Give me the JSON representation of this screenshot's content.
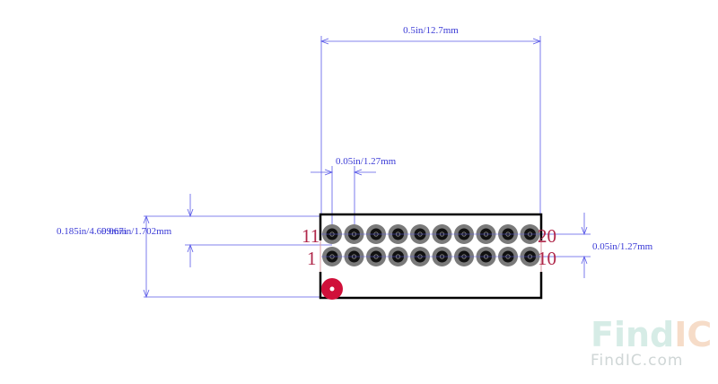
{
  "dimensions": {
    "top_width": "0.5in/12.7mm",
    "pitch_top": "0.05in/1.27mm",
    "pitch_right": "0.05in/1.27mm",
    "left_height": "0.185in/4.699mm",
    "left_pitch": "0.067in/1.702mm"
  },
  "pin_labels": {
    "top_left": "11",
    "bottom_left": "1",
    "top_right": "20",
    "bottom_right": "10"
  },
  "pins": {
    "rows": 2,
    "columns": 10
  },
  "watermark": {
    "brand_find": "Find",
    "brand_ic": "IC",
    "url": "FindIC.com"
  },
  "colors": {
    "dimension_lines": "#5a5ae8",
    "outline": "#000000",
    "pad": "#7a7a7a",
    "pin_hole": "#111111",
    "pin1_marker": "#d0103a",
    "label": "#b0274a",
    "watermark_find": "#d6ece6",
    "watermark_ic": "#f6dcc8"
  }
}
